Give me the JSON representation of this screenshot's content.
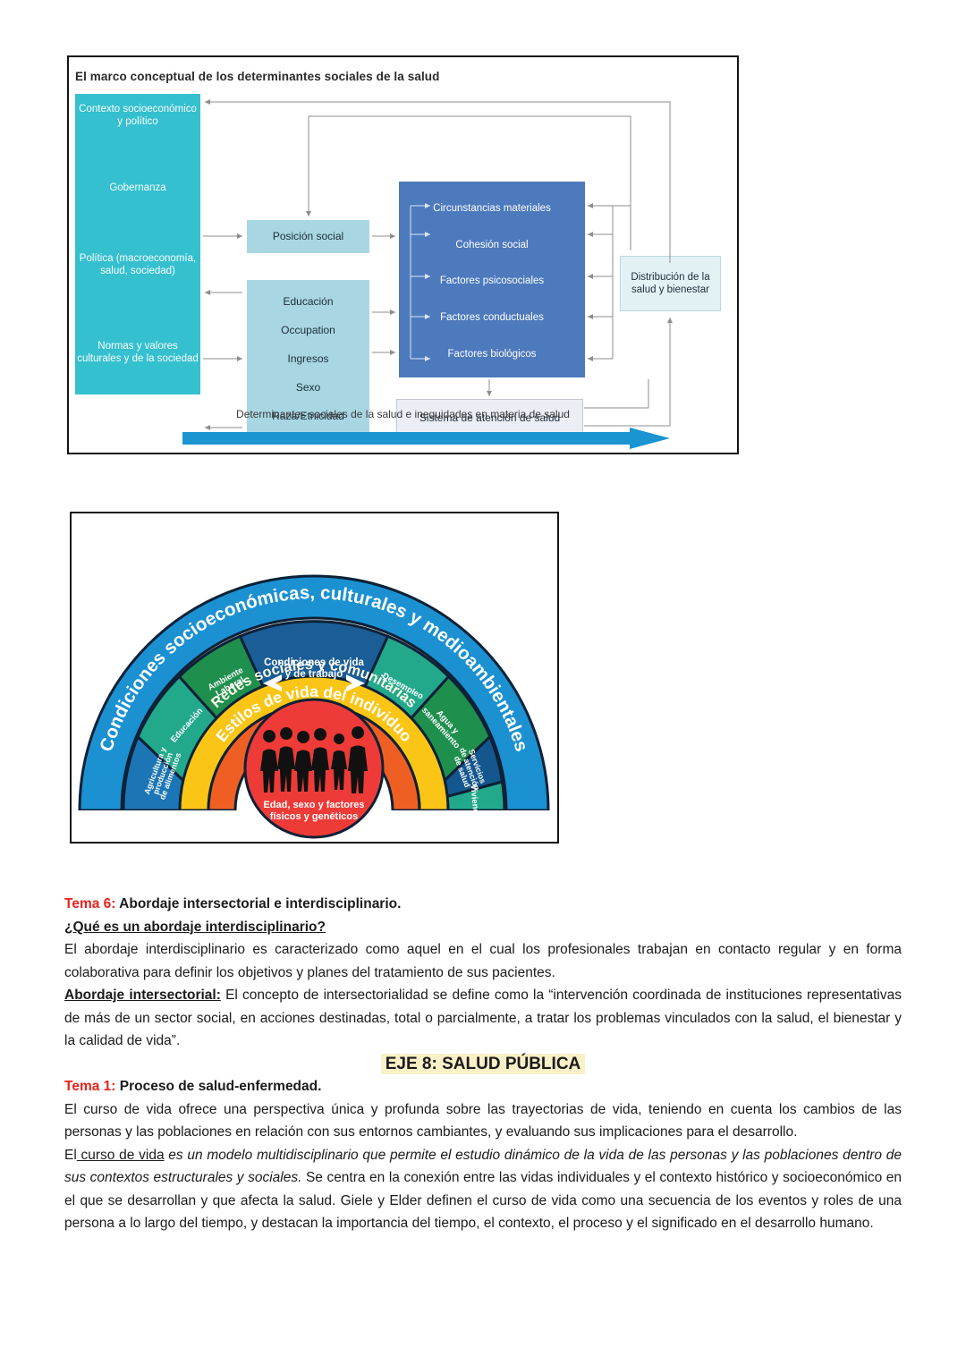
{
  "figure1": {
    "title": "El marco conceptual de los determinantes sociales de la salud",
    "context_column": [
      "Contexto socioeconómico y político",
      "Gobernanza",
      "Política (macroeconomía, salud, sociedad)",
      "Normas y valores culturales y de la sociedad"
    ],
    "social_position": "Posición social",
    "position_factors": [
      "Educación",
      "Occupation",
      "Ingresos",
      "Sexo",
      "Raza/Etnicidad"
    ],
    "intermediary_factors": [
      "Circunstancias materiales",
      "Cohesión social",
      "Factores psicosociales",
      "Factores conductuales",
      "Factores biológicos"
    ],
    "distribution_box": "Distribución de la salud y bienestar",
    "health_system_box": "Sistema de atención de salud",
    "bottom_caption": "Determinantes sociales de la salud e inequidades en materia de salud",
    "colors": {
      "teal_column": "#34c0cf",
      "light_blue_box": "#a9d6e3",
      "dark_blue_box": "#4d79bd",
      "distribution_box": "#e2f2f4",
      "system_box": "#eceef5",
      "arrow": "#1b94d2"
    }
  },
  "figure2": {
    "outer_arc_label": "Condiciones socioeconómicas, culturales y medioambientales",
    "second_arc_label": "Redes sociales y comunitarias",
    "third_arc_label": "Estilos de vida del individuo",
    "top_sector_label": "Condiciones de vida y de trabajo",
    "core_label": "Edad, sexo y factores físicos y genéticos",
    "sectors": [
      {
        "label": "Agricultura y producción de alimentos",
        "color": "#1c76b5"
      },
      {
        "label": "Educación",
        "color": "#22a98b"
      },
      {
        "label": "Ambiente Laboral",
        "color": "#1f8f4e"
      },
      {
        "label": "Condiciones de vida y de trabajo",
        "color": "#1b5d96"
      },
      {
        "label": "Desempleo",
        "color": "#22a98b"
      },
      {
        "label": "Agua y saneamiento",
        "color": "#1f8f4e"
      },
      {
        "label": "Servicios de atención de salud",
        "color": "#14578f"
      },
      {
        "label": "Vivienda",
        "color": "#22a98b"
      }
    ],
    "colors": {
      "outer_ring": "#1b91d2",
      "yellow_ring": "#fbc516",
      "orange_ring": "#ef5f23",
      "red_core": "#ee3b37",
      "outline": "#0d2137"
    }
  },
  "content": {
    "tema6": {
      "label": "Tema 6:",
      "title": " Abordaje intersectorial e interdisciplinario."
    },
    "question_heading": "¿Qué es un abordaje interdisciplinario?",
    "paragraph_interdisciplinario": "El abordaje interdisciplinario es caracterizado como aquel en el cual los profesionales trabajan en contacto regular y en forma colaborativa para definir los objetivos y planes del tratamiento de sus pacientes.",
    "intersectorial": {
      "label": "Abordaje intersectorial:",
      "text": " El concepto de intersectorialidad se define como la “intervención coordinada de instituciones representativas de más de un sector social, en acciones destinadas, total o parcialmente, a tratar los problemas vinculados con la salud, el bienestar y la calidad de vida”."
    },
    "eje_heading": "EJE 8: SALUD PÚBLICA",
    "tema1": {
      "label": "Tema 1:",
      "title": " Proceso de salud-enfermedad."
    },
    "paragraph_curso_vida_1": "El curso de vida ofrece una perspectiva única y profunda sobre las trayectorias de vida, teniendo en cuenta los cambios de las personas y las poblaciones en relación con sus entornos cambiantes, y evaluando sus implicaciones para el desarrollo.",
    "paragraph_curso_vida_2": {
      "lead": "El",
      "underlined": " curso de vida",
      "italic": " es un modelo multidisciplinario que permite el estudio dinámico de la vida de las personas y las poblaciones dentro de sus contextos estructurales y sociales.",
      "rest": " Se centra en la conexión entre las vidas individuales y el contexto histórico y socioeconómico en el que se desarrollan y que afecta la salud. Giele y Elder definen el curso de vida como una secuencia de los eventos y roles de una persona a lo largo del tiempo, y destacan la importancia del tiempo, el contexto, el proceso y el significado en el desarrollo humano."
    }
  }
}
